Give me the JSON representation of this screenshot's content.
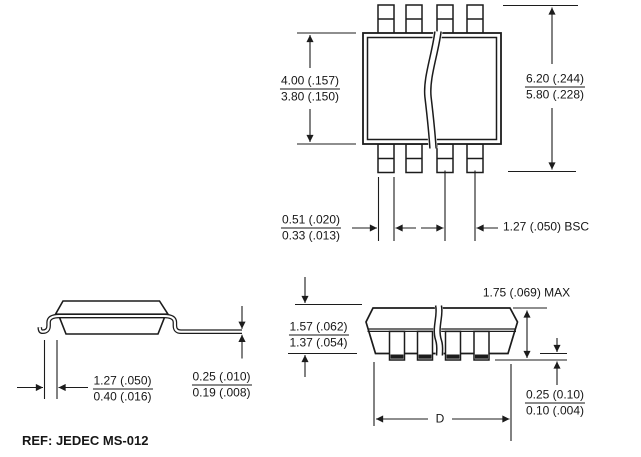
{
  "drawing": {
    "title_ref": "REF: JEDEC MS-012",
    "colors": {
      "line": "#1c1c1c",
      "background": "#ffffff"
    },
    "top_view": {
      "body_width": {
        "top": "4.00 (.157)",
        "bottom": "3.80 (.150)"
      },
      "lead_span": {
        "top": "6.20 (.244)",
        "bottom": "5.80 (.228)"
      },
      "lead_width": {
        "top": "0.51 (.020)",
        "bottom": "0.33 (.013)"
      },
      "lead_pitch": "1.27 (.050) BSC"
    },
    "side_view": {
      "foot_length": {
        "top": "1.27 (.050)",
        "bottom": "0.40 (.016)"
      },
      "lead_thickness": {
        "top": "0.25 (.010)",
        "bottom": "0.19 (.008)"
      }
    },
    "front_view": {
      "body_height": {
        "top": "1.57 (.062)",
        "bottom": "1.37 (.054)"
      },
      "max_height": "1.75 (.069) MAX",
      "standoff": {
        "top": "0.25 (0.10)",
        "bottom": "0.10 (.004)"
      },
      "width_label": "D"
    }
  }
}
